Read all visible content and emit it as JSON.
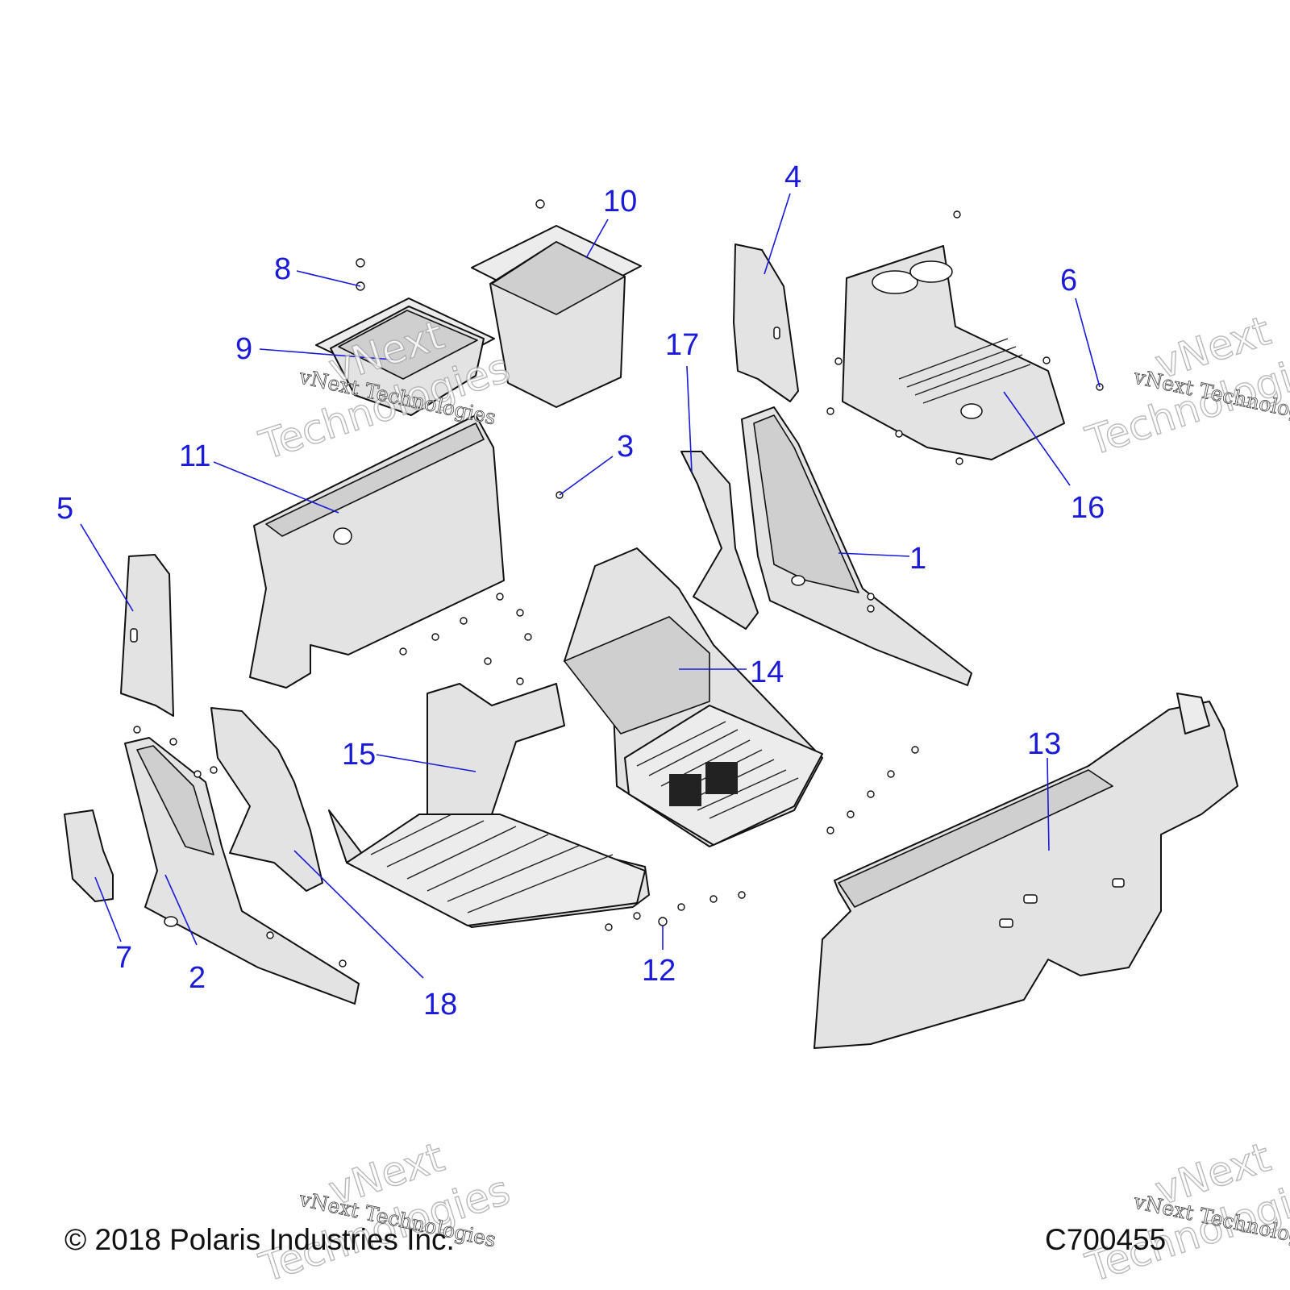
{
  "diagram": {
    "callouts": [
      "1",
      "2",
      "3",
      "4",
      "5",
      "6",
      "7",
      "8",
      "9",
      "10",
      "11",
      "12",
      "13",
      "14",
      "15",
      "16",
      "17",
      "18"
    ],
    "watermark_small": "vNext Technologies",
    "watermark_big_line1": "vNext",
    "watermark_big_line2": "Technologies"
  },
  "footer": {
    "copyright": "© 2018 Polaris Industries Inc.",
    "drawing_code": "C700455"
  },
  "colors": {
    "callout": "#1a1ad8",
    "part_fill": "#e3e3e3",
    "outline": "#111111"
  }
}
